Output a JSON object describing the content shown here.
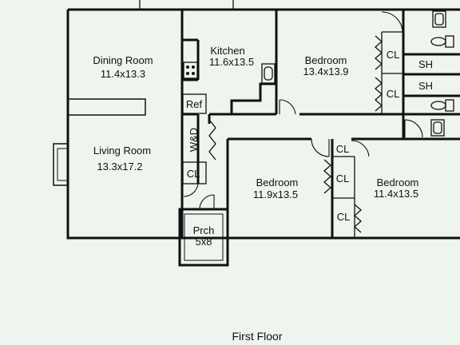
{
  "title": "First Floor",
  "rooms": {
    "dining": {
      "name": "Dining Room",
      "size": "11.4x13.3"
    },
    "living": {
      "name": "Living Room",
      "size": "13.3x17.2"
    },
    "kitchen": {
      "name": "Kitchen",
      "size": "11.6x13.5"
    },
    "bed1": {
      "name": "Bedroom",
      "size": "13.4x13.9"
    },
    "bed2": {
      "name": "Bedroom",
      "size": "11.9x13.5"
    },
    "bed3": {
      "name": "Bedroom",
      "size": "11.4x13.5"
    },
    "porch": {
      "name": "Prch",
      "size": "5x8"
    }
  },
  "fixtures": {
    "ref": "Ref",
    "wd": "W&D",
    "closet": "CL",
    "shower": "SH"
  },
  "colors": {
    "background": "#eef4ee",
    "ink": "#111111"
  }
}
